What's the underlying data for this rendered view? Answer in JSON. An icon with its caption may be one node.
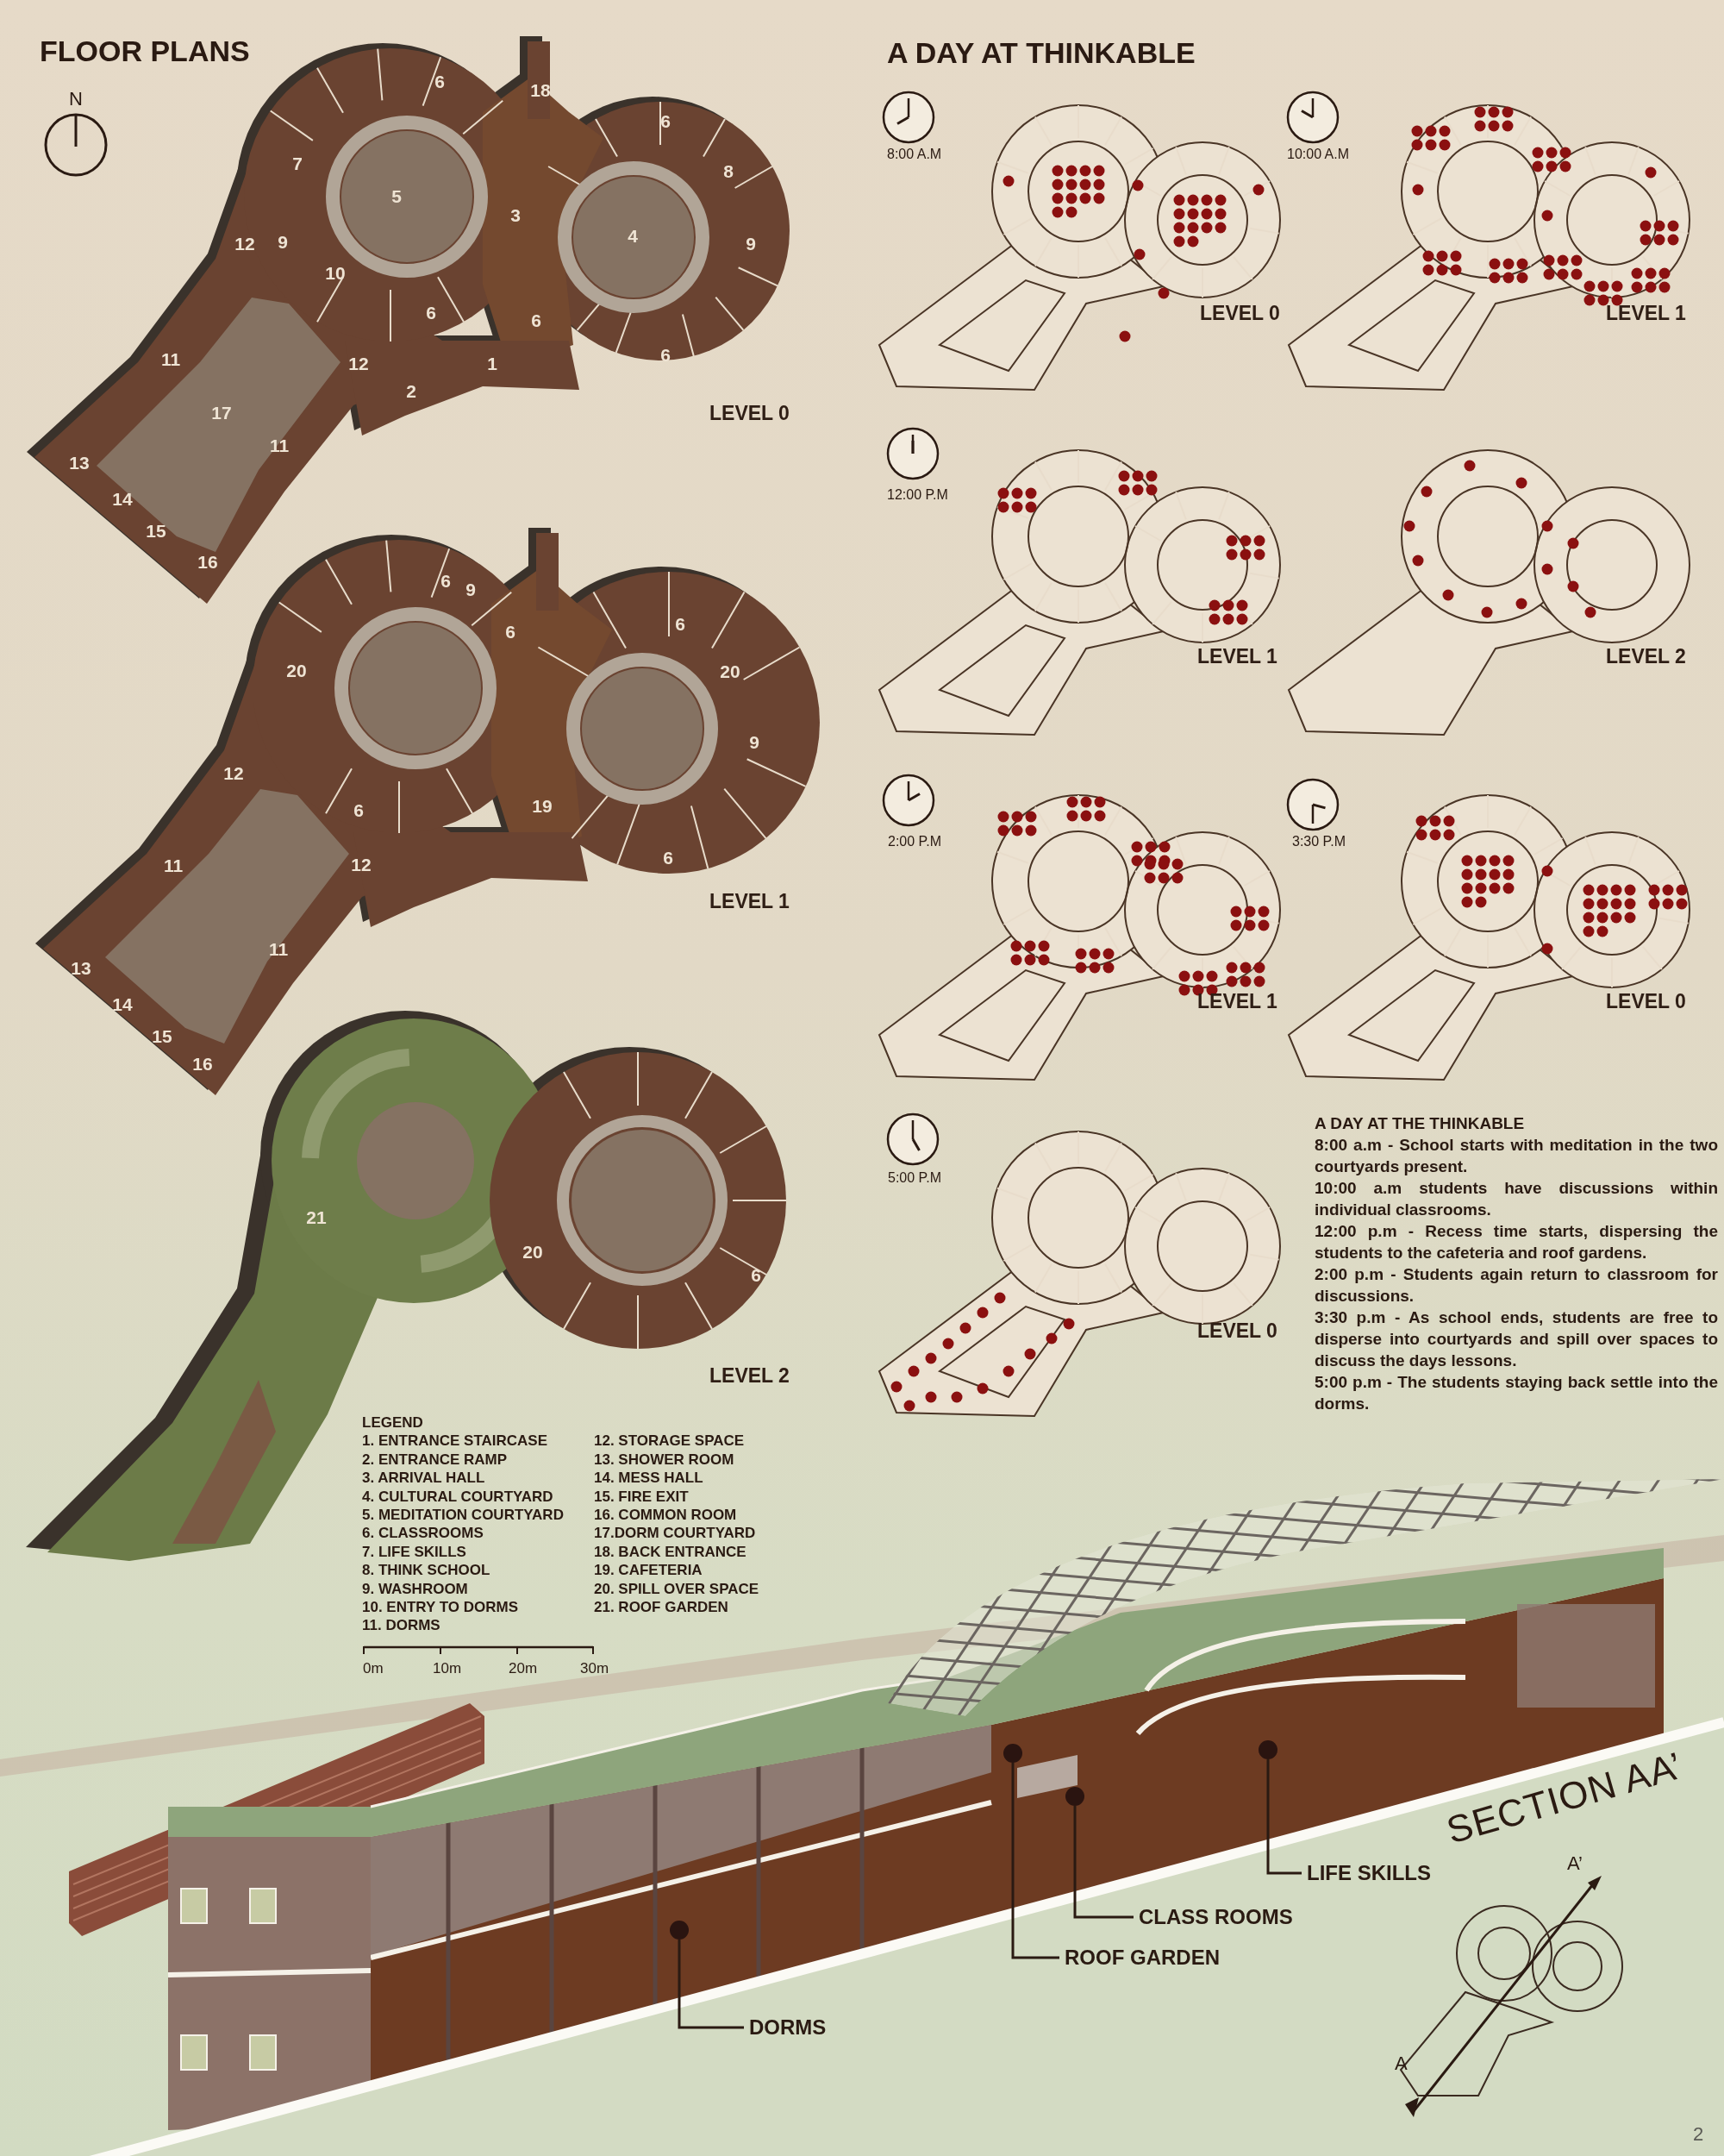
{
  "diagram": {
    "nodes": [
      {
        "text": [
          "LIFE SKILLS"
        ]
      },
      {
        "text": [
          "CLASS ROOMS"
        ]
      },
      {
        "text": [
          "ROOF GARDEN"
        ]
      },
      {
        "text": [
          "DORMS"
        ]
      },
      {
        "text": [],
        "shape": "circle"
      },
      {
        "text": [],
        "shape": "circle"
      },
      {
        "text": [],
        "shape": "circle"
      },
      {
        "text": [],
        "shape": "circle"
      }
    ],
    "edges": [
      {
        "from": 0,
        "to": 7,
        "arrow": "none"
      },
      {
        "from": 1,
        "to": 6,
        "arrow": "none"
      },
      {
        "from": 2,
        "to": 5,
        "arrow": "none"
      },
      {
        "from": 3,
        "to": 4,
        "arrow": "none"
      }
    ],
    "labels": [
      "FLOOR PLANS",
      "N",
      "6",
      "18",
      "6",
      "7",
      "8",
      "5",
      "3",
      "4",
      "12",
      "9",
      "9",
      "10",
      "6",
      "6",
      "11",
      "12",
      "1",
      "6",
      "2",
      "17",
      "11",
      "13",
      "14",
      "15",
      "16",
      "LEVEL 0",
      "6",
      "9",
      "6",
      "6",
      "20",
      "20",
      "9",
      "12",
      "6",
      "19",
      "11",
      "12",
      "6",
      "11",
      "13",
      "14",
      "15",
      "16",
      "LEVEL 1",
      "21",
      "20",
      "6",
      "LEVEL 2",
      "LEGEND",
      "1. ENTRANCE STAIRCASE",
      "2. ENTRANCE RAMP",
      "3. ARRIVAL HALL",
      "4. CULTURAL COURTYARD",
      "5. MEDITATION COURTYARD",
      "6. CLASSROOMS",
      "7. LIFE SKILLS",
      "8. THINK SCHOOL",
      "9. WASHROOM",
      "10. ENTRY TO DORMS",
      "11. DORMS",
      "12. STORAGE SPACE",
      "13. SHOWER ROOM",
      "14. MESS HALL",
      "15. FIRE EXIT",
      "16. COMMON ROOM",
      "17.DORM COURTYARD",
      "18. BACK ENTRANCE",
      "19. CAFETERIA",
      "20. SPILL OVER SPACE",
      "21. ROOF GARDEN",
      "0m",
      "10m",
      "20m",
      "30m",
      "A DAY AT THINKABLE",
      "8:00 A.M",
      "10:00 A.M",
      "LEVEL 0",
      "LEVEL 1",
      "12:00 P.M",
      "LEVEL 1",
      "LEVEL 2",
      "2:00 P.M",
      "3:30 P.M",
      "LEVEL 1",
      "LEVEL 0",
      "5:00 P.M",
      "LEVEL 0",
      "A DAY AT THE THINKABLE",
      "8:00 a.m - School starts with meditation in the two courtyards present.",
      "10:00 a.m students have discussions within individual classrooms.",
      "12:00 p.m - Recess time starts, dispersing the students to the cafeteria and roof gardens.",
      "2:00 p.m - Students again return to classroom for discussions.",
      "3:30 p.m - As school ends, students are free to disperse into courtyards and spill over spaces to discuss the days lessons.",
      "5:00 p.m - The students staying back settle into the dorms.",
      "SECTION AA’",
      "A’",
      "A",
      "2"
    ]
  }
}
